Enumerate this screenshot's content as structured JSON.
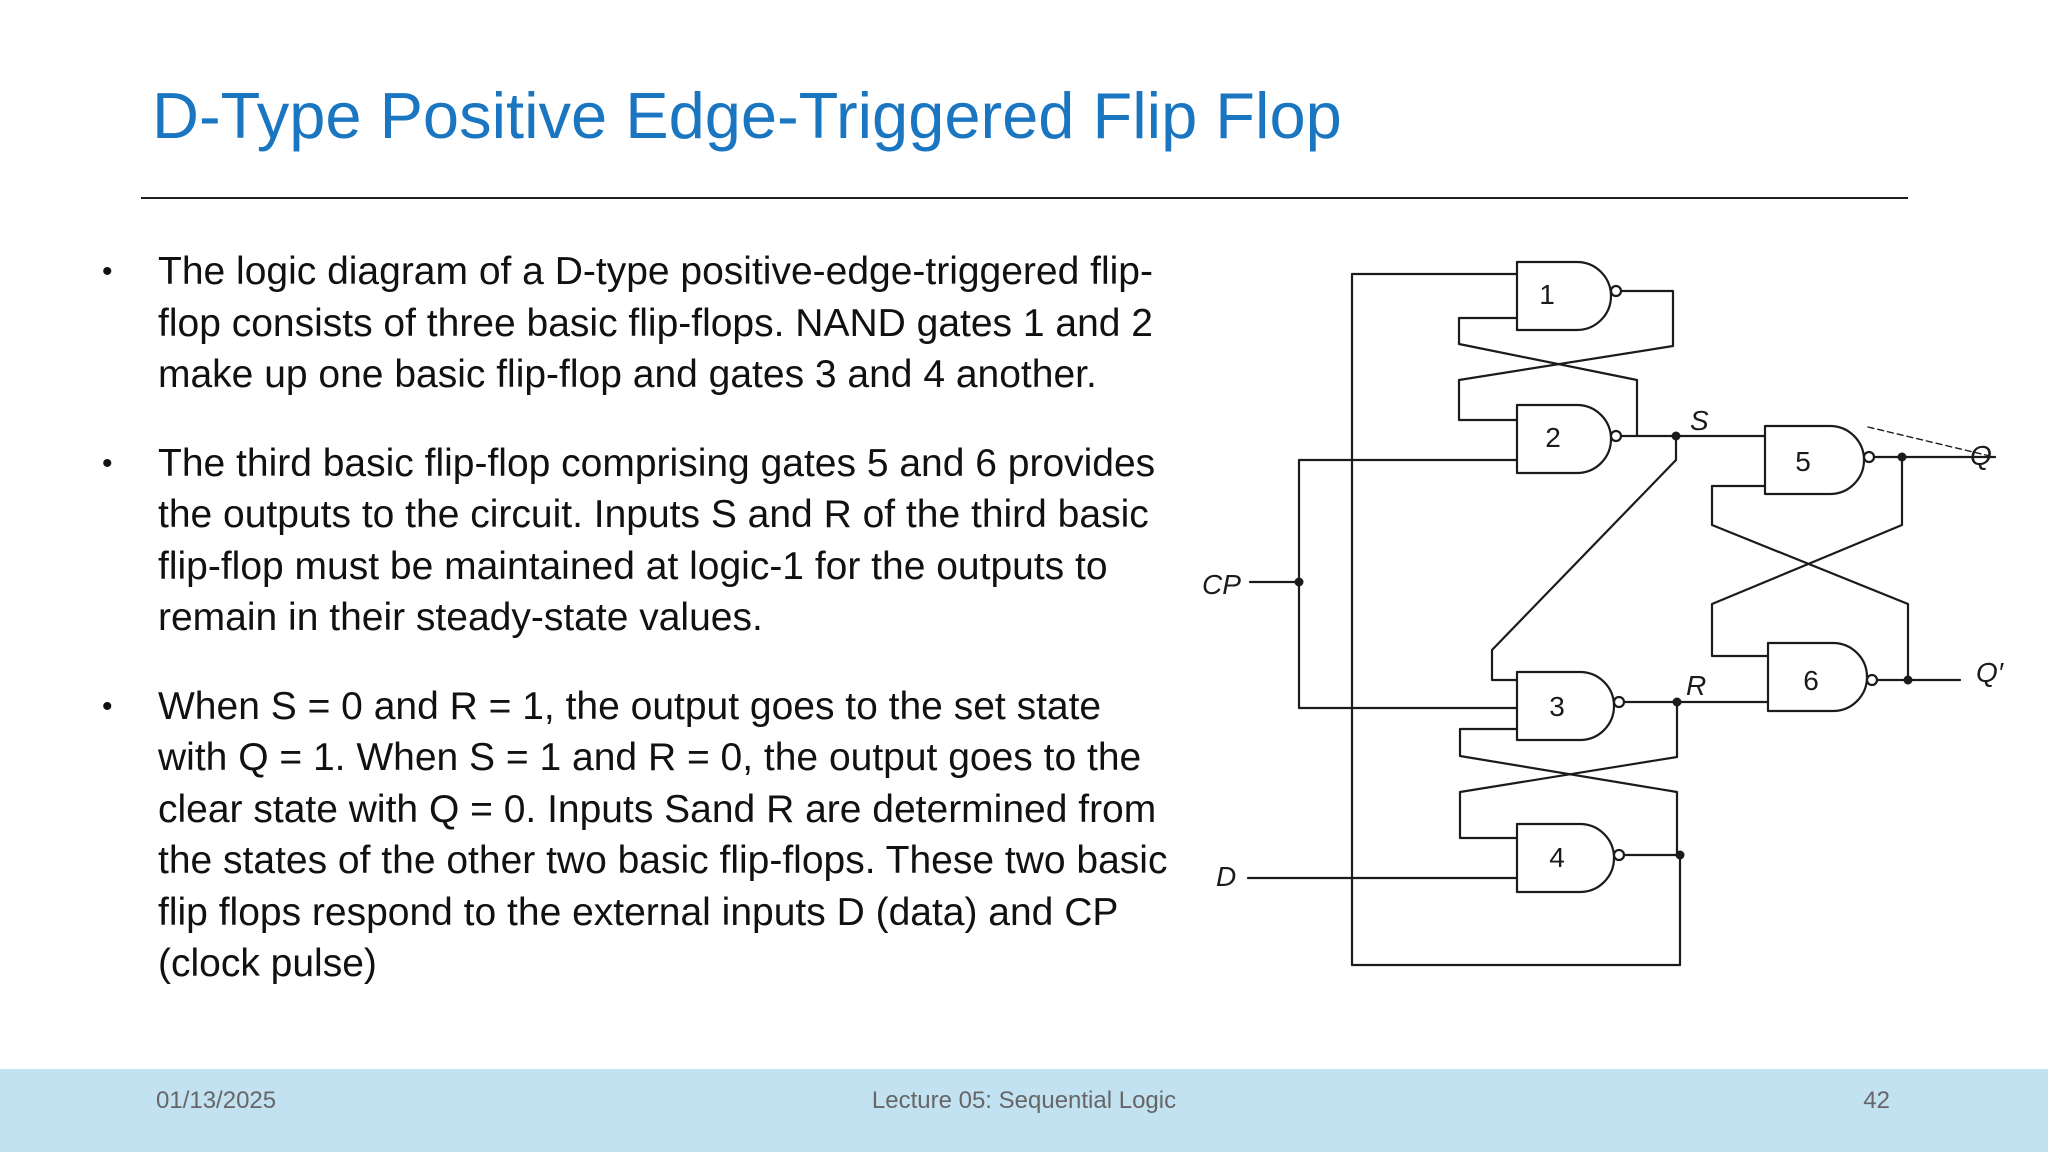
{
  "slide": {
    "title": "D-Type Positive Edge-Triggered Flip Flop",
    "bullets": [
      "The logic diagram of a D-type positive-edge-triggered flip-flop consists of three basic flip-flops. NAND gates 1 and 2 make up one basic flip-flop and gates 3 and 4 another.",
      "The third basic flip-flop comprising gates 5 and 6 provides the outputs to the circuit. Inputs S and R of the third basic flip-flop must be maintained at logic-1 for the outputs to remain in their steady-state values.",
      "When S = 0 and R = 1, the output goes to the set state with Q = 1. When S = 1 and R = 0, the output goes to the clear state with Q = 0. Inputs Sand R are determined from the states of the other two basic flip-flops. These two basic flip flops respond to the external inputs D (data) and CP (clock pulse)"
    ],
    "bullet_marker": "•"
  },
  "diagram": {
    "gates": [
      "1",
      "2",
      "3",
      "4",
      "5",
      "6"
    ],
    "signals": {
      "s": "S",
      "r": "R",
      "cp": "CP",
      "d": "D",
      "q": "Q",
      "q_bar": "Q′"
    }
  },
  "footer": {
    "date": "01/13/2025",
    "lecture": "Lecture 05: Sequential Logic",
    "page": "42"
  },
  "colors": {
    "title": "#1a76c0",
    "footer_bg": "#c2e2f2",
    "footer_text": "#666666"
  }
}
